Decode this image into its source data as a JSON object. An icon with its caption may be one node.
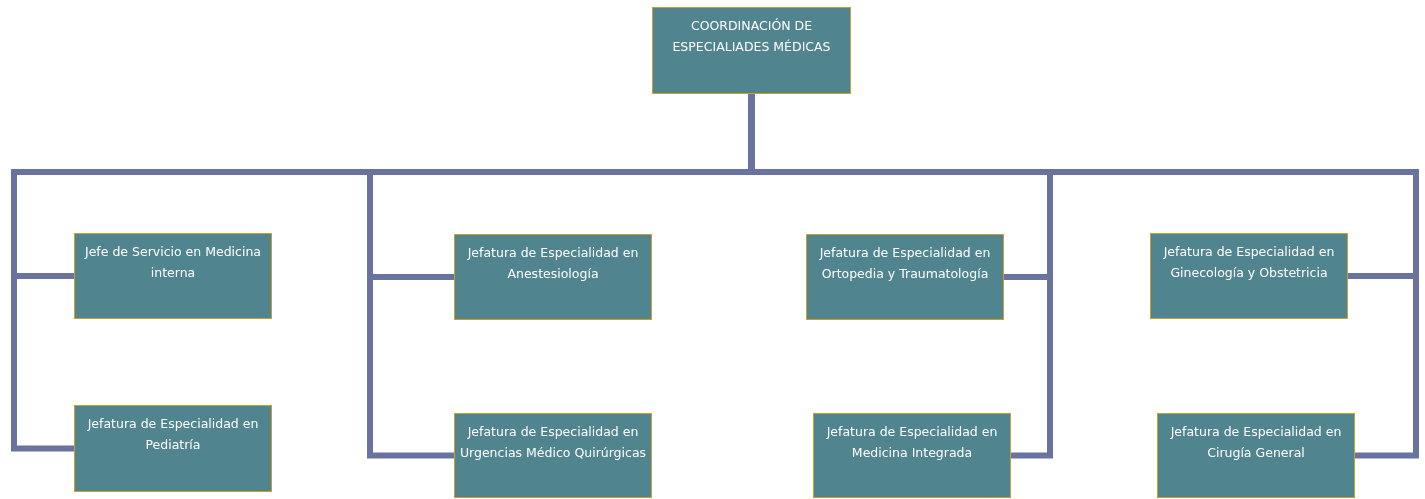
{
  "diagram": {
    "nodes": [
      {
        "text": [
          "COORDINACIÓN DE ESPECIALIADES MÉDICAS"
        ]
      },
      {
        "text": [
          "Jefe de Servicio en Medicina interna"
        ]
      },
      {
        "text": [
          "Jefatura de Especialidad en Pediatría"
        ]
      },
      {
        "text": [
          "Jefatura de Especialidad en Anestesiología"
        ]
      },
      {
        "text": [
          "Jefatura de Especialidad en Urgencias Médico Quirúrgicas"
        ]
      },
      {
        "text": [
          "Jefatura de Especialidad en Ortopedia y Traumatología"
        ]
      },
      {
        "text": [
          "Jefatura de Especialidad en Medicina Integrada"
        ]
      },
      {
        "text": [
          "Jefatura de Especialidad en Ginecología y Obstetricia"
        ]
      },
      {
        "text": [
          "Jefatura de Especialidad en Cirugía General"
        ]
      }
    ],
    "edges": [
      {
        "from": 0,
        "to": 1,
        "arrow": "none"
      },
      {
        "from": 0,
        "to": 2,
        "arrow": "none"
      },
      {
        "from": 0,
        "to": 3,
        "arrow": "none"
      },
      {
        "from": 0,
        "to": 4,
        "arrow": "none"
      },
      {
        "from": 0,
        "to": 5,
        "arrow": "none"
      },
      {
        "from": 0,
        "to": 6,
        "arrow": "none"
      },
      {
        "from": 0,
        "to": 7,
        "arrow": "none"
      },
      {
        "from": 0,
        "to": 8,
        "arrow": "none"
      }
    ]
  }
}
